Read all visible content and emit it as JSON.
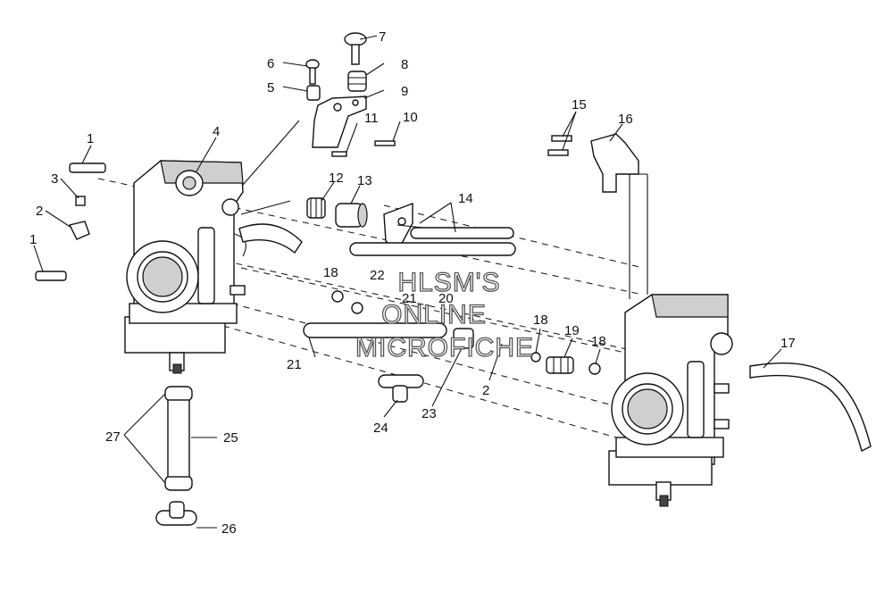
{
  "watermark": {
    "line1": "HLSM'S",
    "line2": "ONLINE",
    "line3": "MICROFICHE"
  },
  "callouts": [
    "1",
    "2",
    "3",
    "4",
    "5",
    "6",
    "7",
    "8",
    "9",
    "10",
    "11",
    "12",
    "13",
    "14",
    "15",
    "16",
    "17",
    "18",
    "19",
    "20",
    "21",
    "22",
    "23",
    "24",
    "25",
    "26",
    "27"
  ]
}
